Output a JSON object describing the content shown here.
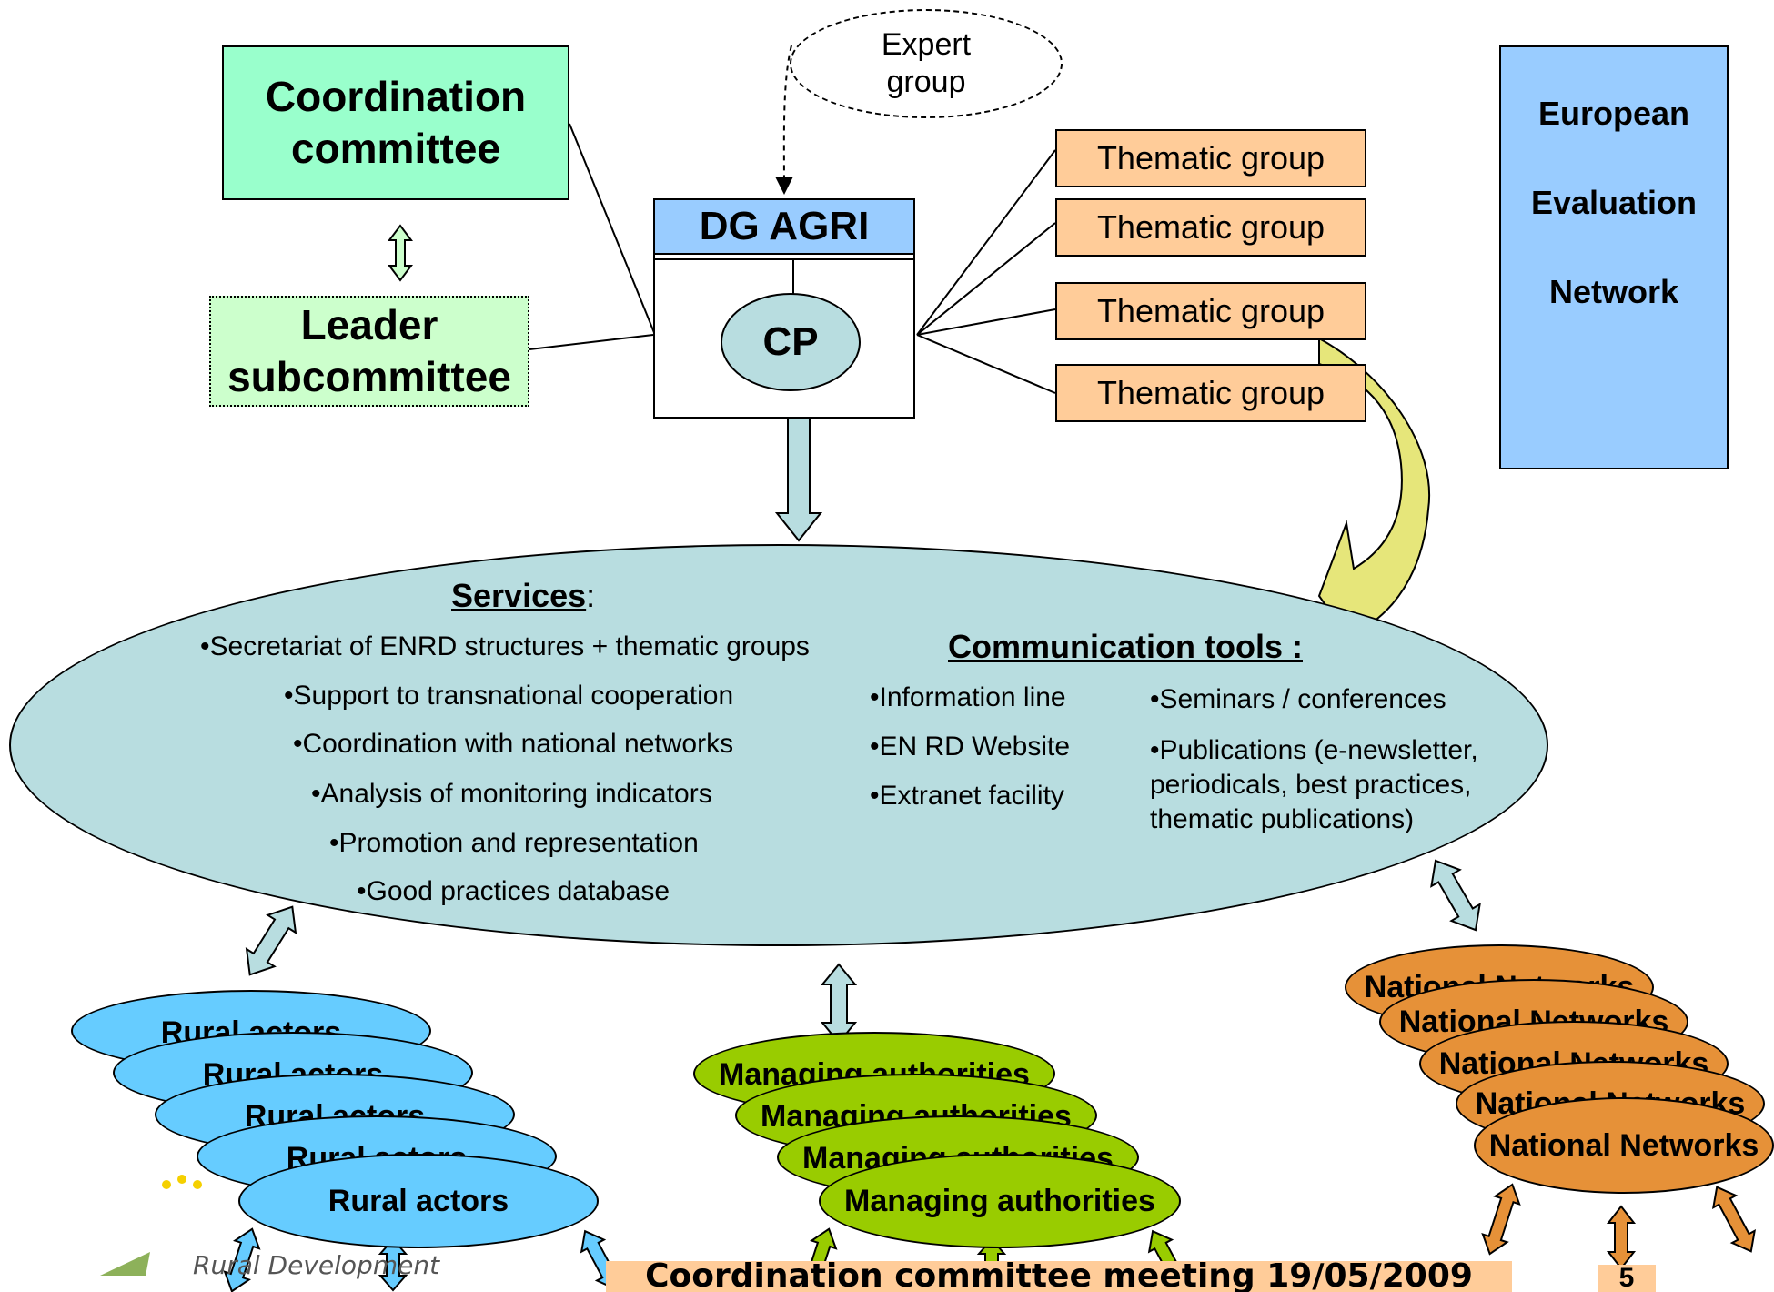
{
  "diagram": {
    "coordination_committee": "Coordination committee",
    "leader_subcommittee": "Leader subcommittee",
    "expert_group": "Expert group",
    "dg_agri": "DG AGRI",
    "cp": "CP",
    "thematic_groups": [
      "Thematic group",
      "Thematic group",
      "Thematic group",
      "Thematic group"
    ],
    "een": {
      "line1": "European",
      "line2": "Evaluation",
      "line3": "Network"
    },
    "services_title": "Services",
    "services_colon": ":",
    "services_items": [
      "•Secretariat of ENRD structures + thematic groups",
      "•Support to transnational cooperation",
      "•Coordination with national networks",
      "•Analysis of monitoring indicators",
      "•Promotion and representation",
      "•Good practices database"
    ],
    "comm_title": "Communication tools :",
    "comm_left": [
      "•Information line",
      "•EN RD Website",
      "•Extranet facility"
    ],
    "comm_right": [
      "•Seminars / conferences",
      "•Publications (e-newsletter,",
      "periodicals, best practices,",
      "thematic publications)"
    ],
    "rural_actors": [
      "Rural actors",
      "Rural actors",
      "Rural actors",
      "Rural actors",
      "Rural actors"
    ],
    "managing_authorities": [
      "Managing authorities",
      "Managing authorities",
      "Managing authorities",
      "Managing authorities"
    ],
    "national_networks": [
      "National Networks",
      "National Networks",
      "National Networks",
      "National Networks",
      "National Networks"
    ],
    "footer_logo_text": "Rural Development",
    "footer_meeting": "Coordination committee meeting 19/05/2009",
    "page_number": "5"
  },
  "colors": {
    "coordination_fill": "#99ffcc",
    "leader_fill": "#ccffcc",
    "dg_fill": "#99ccff",
    "cp_fill": "#b8dde0",
    "thematic_fill": "#ffcc99",
    "een_fill": "#99ccff",
    "services_fill": "#b8dde0",
    "rural_fill": "#66ccff",
    "managing_fill": "#99cc00",
    "national_fill": "#e69138",
    "footer_fill": "#ffcc99"
  }
}
